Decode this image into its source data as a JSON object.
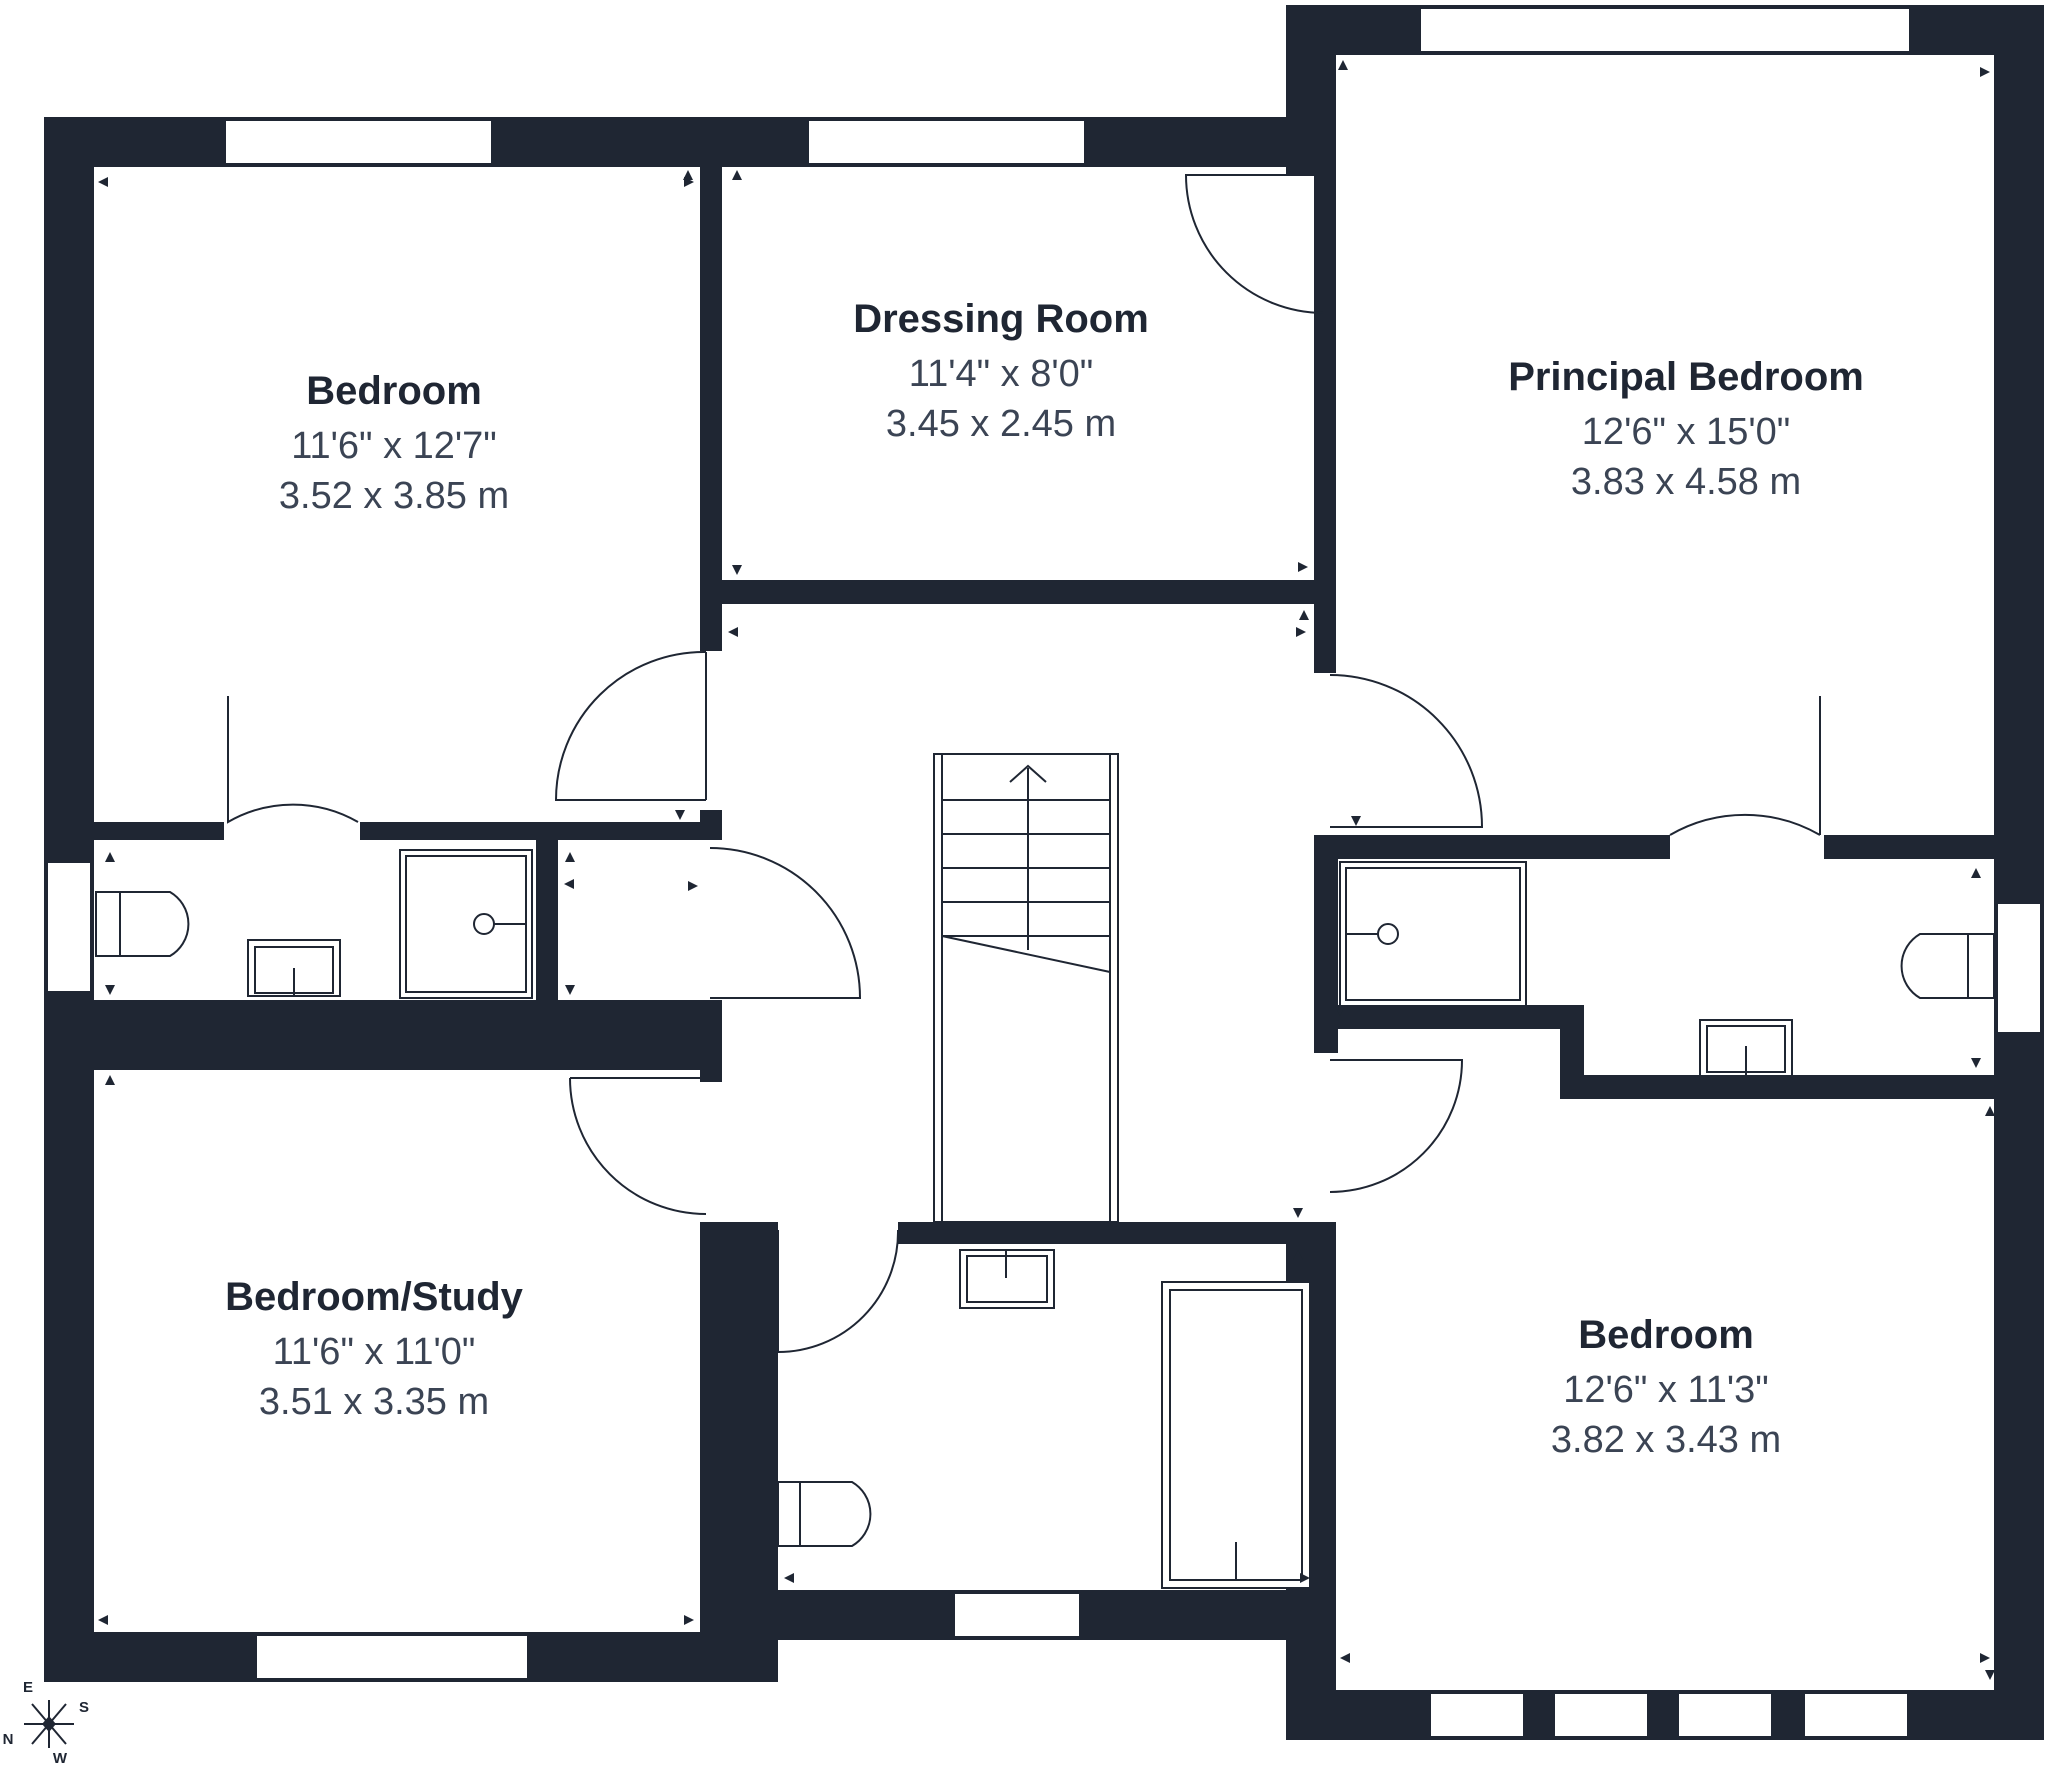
{
  "rooms": [
    {
      "name": "Bedroom",
      "imperial": "11'6\" x 12'7\"",
      "metric": "3.52 x 3.85 m"
    },
    {
      "name": "Dressing Room",
      "imperial": "11'4\" x 8'0\"",
      "metric": "3.45 x 2.45 m"
    },
    {
      "name": "Principal Bedroom",
      "imperial": "12'6\" x 15'0\"",
      "metric": "3.83 x 4.58 m"
    },
    {
      "name": "Bedroom/Study",
      "imperial": "11'6\" x 11'0\"",
      "metric": "3.51 x 3.35 m"
    },
    {
      "name": "Bedroom",
      "imperial": "12'6\" x 11'3\"",
      "metric": "3.82 x 3.43 m"
    }
  ],
  "compass": {
    "e": "E",
    "s": "S",
    "n": "N",
    "w": "W"
  },
  "colors": {
    "wall": "#1f2633",
    "text_dim": "#3b4454",
    "background": "#ffffff"
  }
}
